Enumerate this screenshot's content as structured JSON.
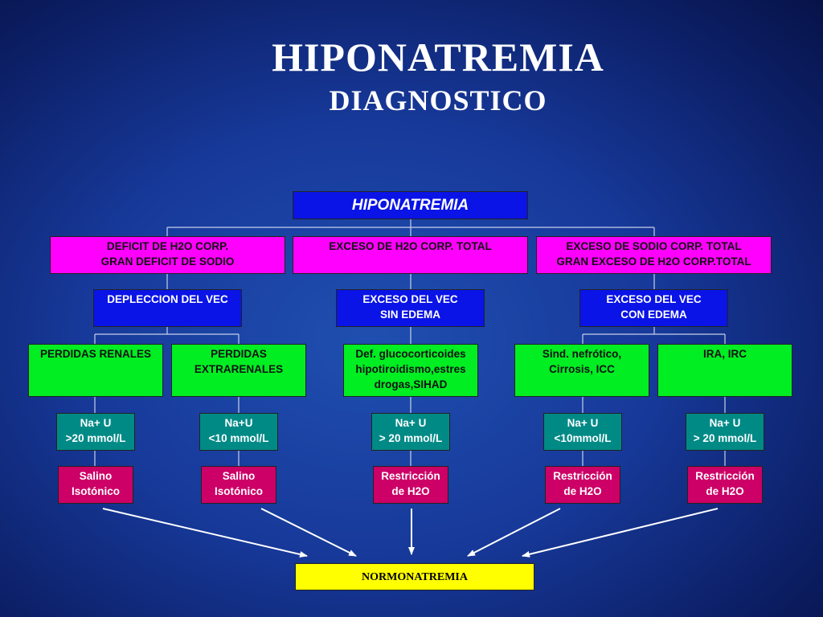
{
  "title": "HIPONATREMIA",
  "subtitle": "DIAGNOSTICO",
  "root": "HIPONATREMIA",
  "level1": {
    "left": [
      "DEFICIT DE H2O CORP.",
      "GRAN DEFICIT DE SODIO"
    ],
    "middle": [
      "EXCESO DE H2O CORP. TOTAL"
    ],
    "right": [
      "EXCESO DE SODIO CORP. TOTAL",
      "GRAN EXCESO DE H2O CORP.TOTAL"
    ]
  },
  "level2": {
    "left": [
      "DEPLECCION DEL VEC"
    ],
    "middle": [
      "EXCESO DEL VEC",
      "SIN EDEMA"
    ],
    "right": [
      "EXCESO DEL VEC",
      "CON EDEMA"
    ]
  },
  "level3": [
    [
      "PERDIDAS RENALES"
    ],
    [
      "PERDIDAS",
      "EXTRARENALES"
    ],
    [
      "Def. glucocorticoides",
      "hipotiroidismo,estres",
      "drogas,SIHAD"
    ],
    [
      "Sind. nefrótico,",
      "Cirrosis, ICC"
    ],
    [
      "IRA, IRC"
    ]
  ],
  "sodium": [
    [
      "Na+ U",
      ">20 mmol/L"
    ],
    [
      "Na+U",
      "<10 mmol/L"
    ],
    [
      "Na+ U",
      "> 20 mmol/L"
    ],
    [
      "Na+ U",
      "<10mmol/L"
    ],
    [
      "Na+ U",
      "> 20 mmol/L"
    ]
  ],
  "treatment": [
    [
      "Salino",
      "Isotónico"
    ],
    [
      "Salino",
      "Isotónico"
    ],
    [
      "Restricción",
      "de H2O"
    ],
    [
      "Restricción",
      "de H2O"
    ],
    [
      "Restricción",
      "de H2O"
    ]
  ],
  "outcome": "NORMONATREMIA",
  "colors": {
    "background": "#17399a",
    "root": "#0a14e6",
    "level1": "#ff00ff",
    "level2": "#0a14e6",
    "level3": "#00ee22",
    "sodium": "#008a86",
    "treatment": "#cc0066",
    "outcome": "#ffff00",
    "connectors": "#ffffff"
  }
}
